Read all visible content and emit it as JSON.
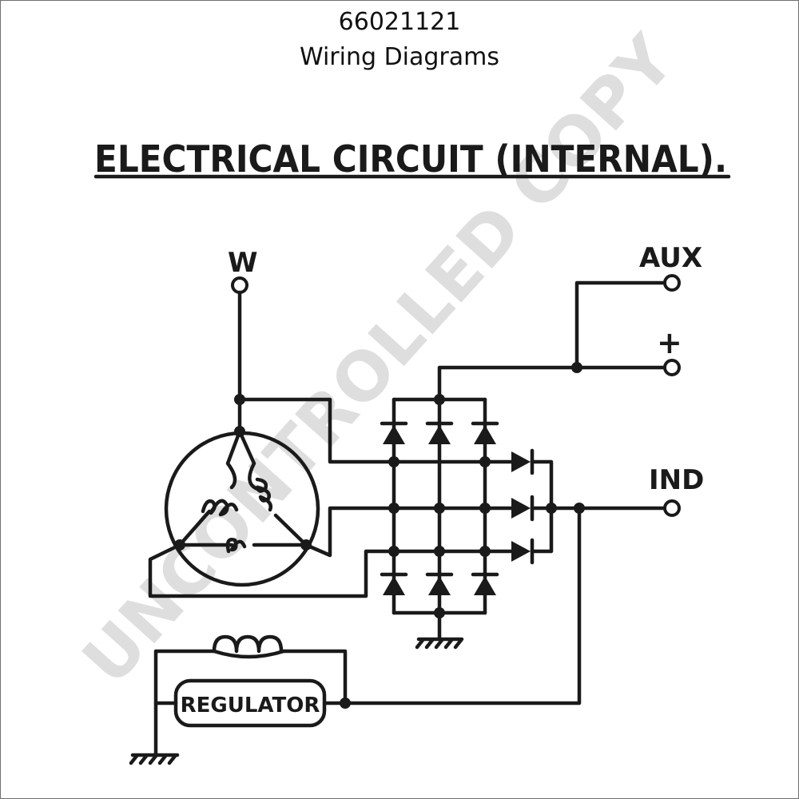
{
  "header": {
    "part_number": "66021121",
    "subtitle": "Wiring Diagrams"
  },
  "diagram": {
    "title": "ELECTRICAL  CIRCUIT  (INTERNAL).",
    "labels": {
      "w": "W",
      "aux": "AUX",
      "plus": "+",
      "ind": "IND",
      "regulator": "REGULATOR"
    }
  },
  "watermark": "UNCONTROLLED COPY"
}
